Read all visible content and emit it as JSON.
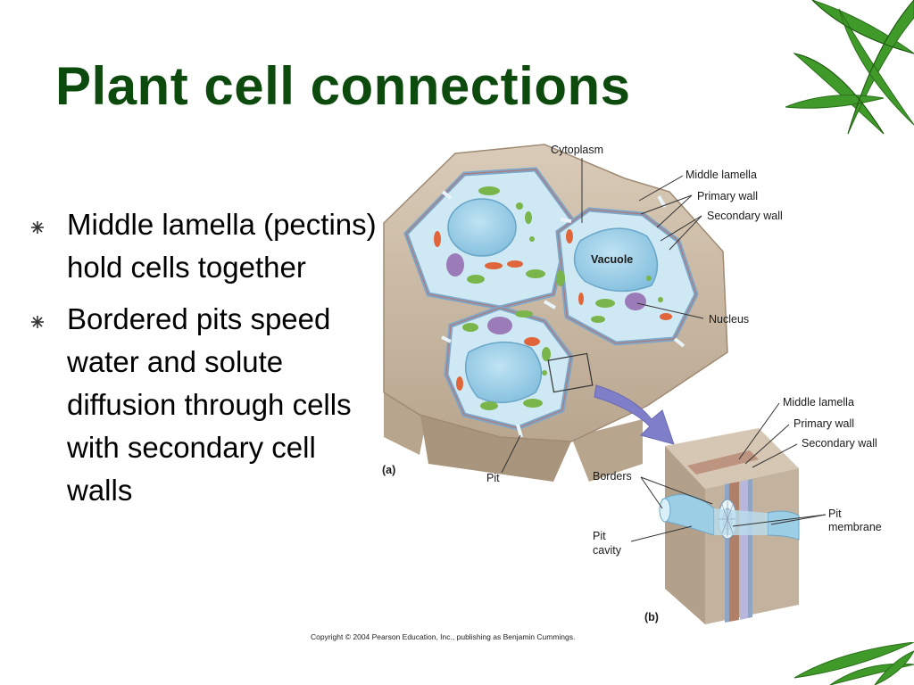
{
  "slide": {
    "title": "Plant cell connections",
    "bullets": [
      "Middle lamella (pectins) hold cells together",
      "Bordered pits speed water and solute diffusion through cells with secondary cell walls"
    ]
  },
  "figure": {
    "panel_a": {
      "tag": "(a)",
      "labels": {
        "cytoplasm": "Cytoplasm",
        "middle_lamella": "Middle lamella",
        "primary_wall": "Primary wall",
        "secondary_wall": "Secondary wall",
        "vacuole": "Vacuole",
        "nucleus": "Nucleus",
        "pit": "Pit"
      }
    },
    "panel_b": {
      "tag": "(b)",
      "labels": {
        "middle_lamella": "Middle lamella",
        "primary_wall": "Primary wall",
        "secondary_wall": "Secondary wall",
        "borders": "Borders",
        "pit_cavity_1": "Pit",
        "pit_cavity_2": "cavity",
        "pit_membrane_1": "Pit",
        "pit_membrane_2": "membrane"
      }
    },
    "copyright": "Copyright © 2004 Pearson Education, Inc., publishing as Benjamin Cummings."
  },
  "colors": {
    "title": "#0d4a0d",
    "leaf": "#3f9a2a",
    "wall": "#c9b9a6",
    "cytoplasm": "#cfe9f4",
    "vacuole": "#8ec7e3",
    "chloroplast": "#79b54a",
    "mitochondrion": "#e0653a",
    "nucleus": "#9b7bb8",
    "arrow": "#7f7fc9"
  }
}
